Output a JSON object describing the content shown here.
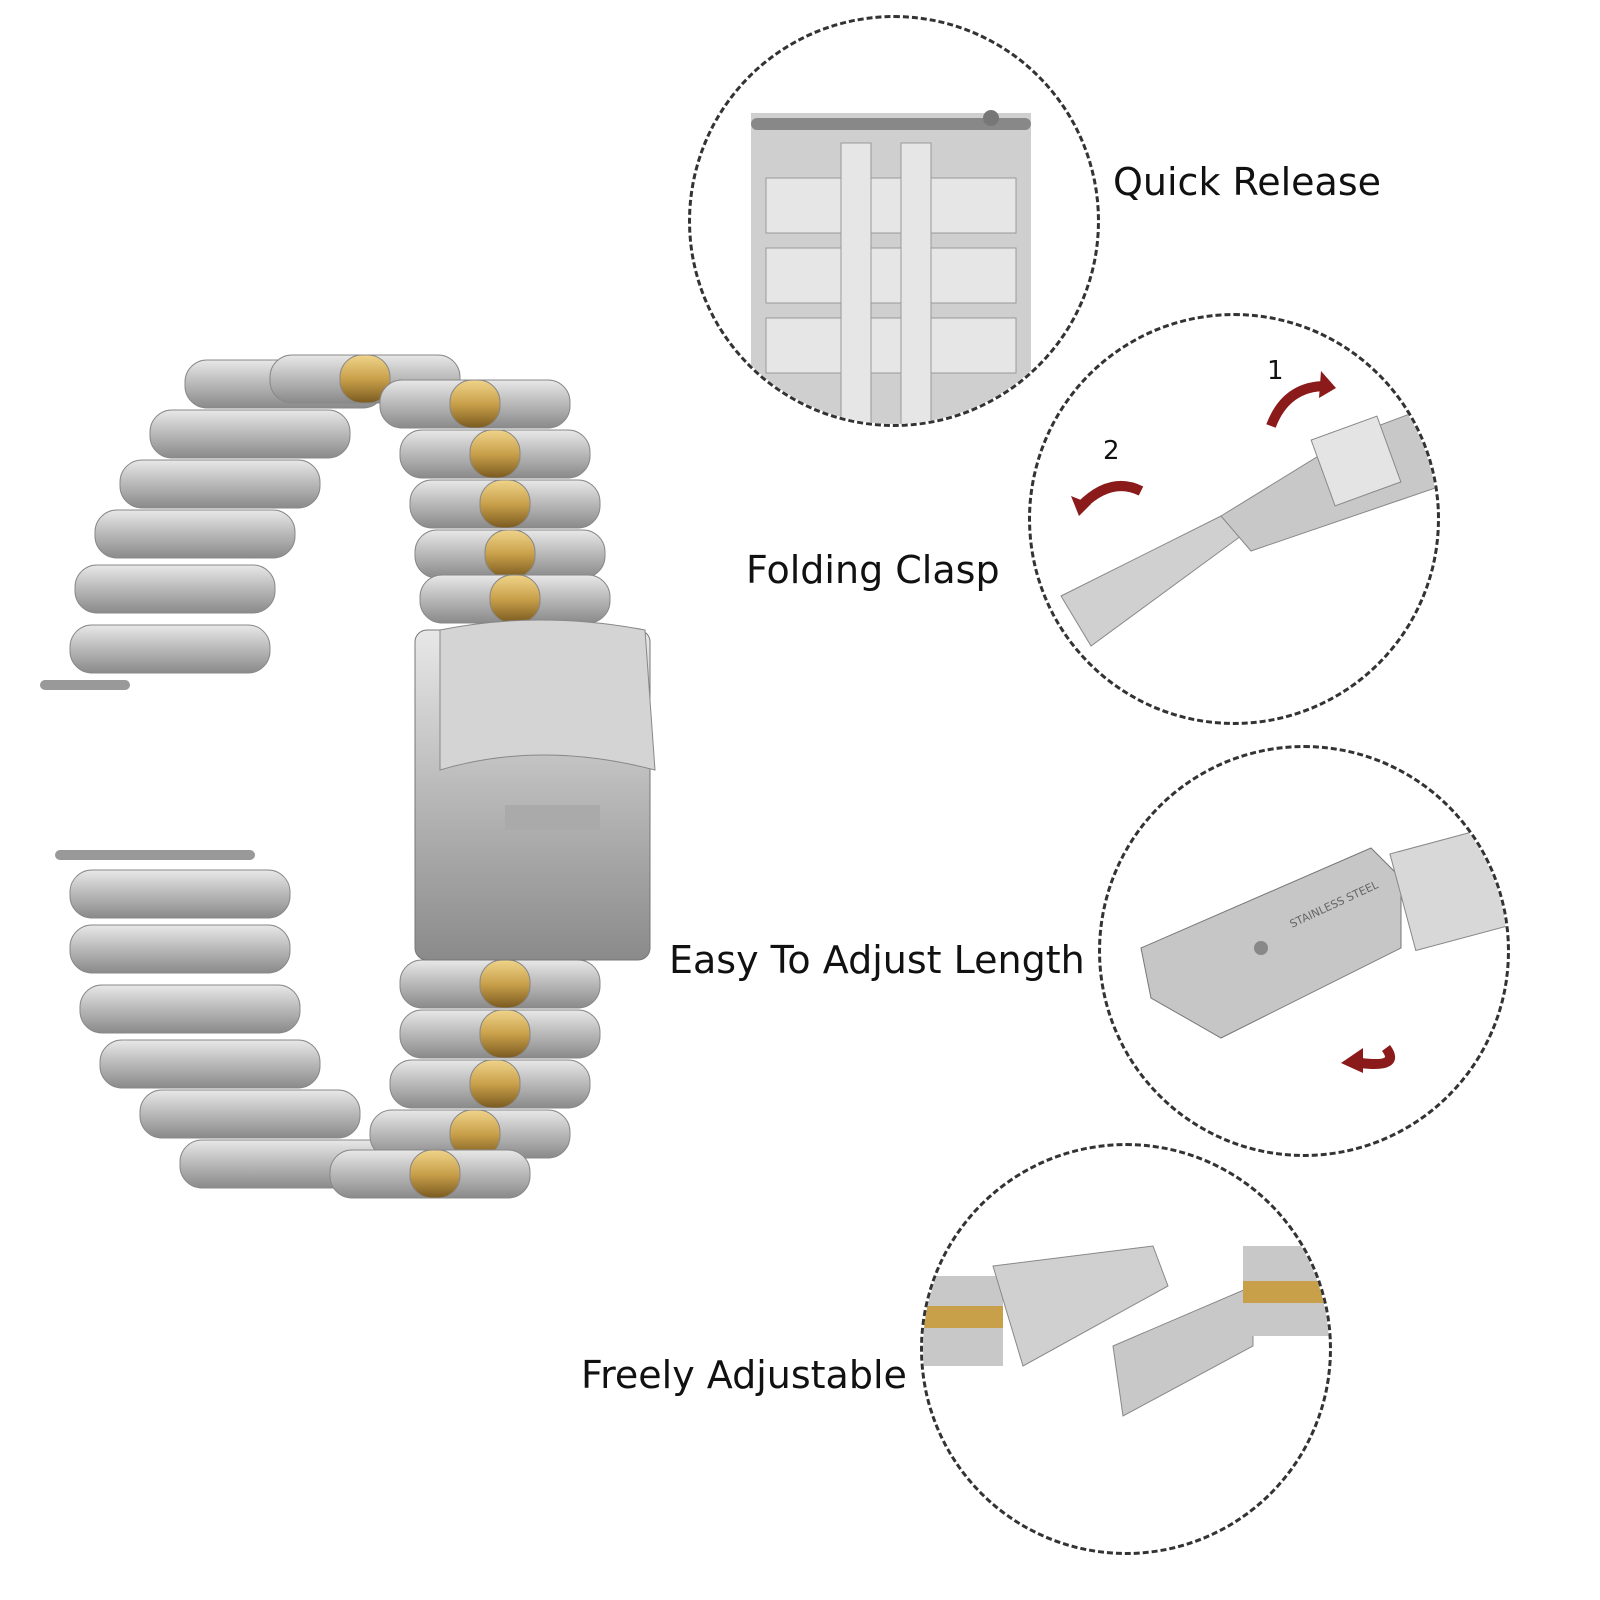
{
  "features": [
    {
      "label": "Quick Release"
    },
    {
      "label": "Folding Clasp"
    },
    {
      "label": "Easy To Adjust Length"
    },
    {
      "label": "Freely Adjustable"
    }
  ],
  "clasp_steps": [
    "1",
    "2"
  ],
  "engraving": "STAINLESS STEEL",
  "colors": {
    "steel": "#c9c9c9",
    "steel_dark": "#8e8e8e",
    "gold": "#c9a04a",
    "arrow": "#8b1a1a",
    "border": "#333333"
  }
}
